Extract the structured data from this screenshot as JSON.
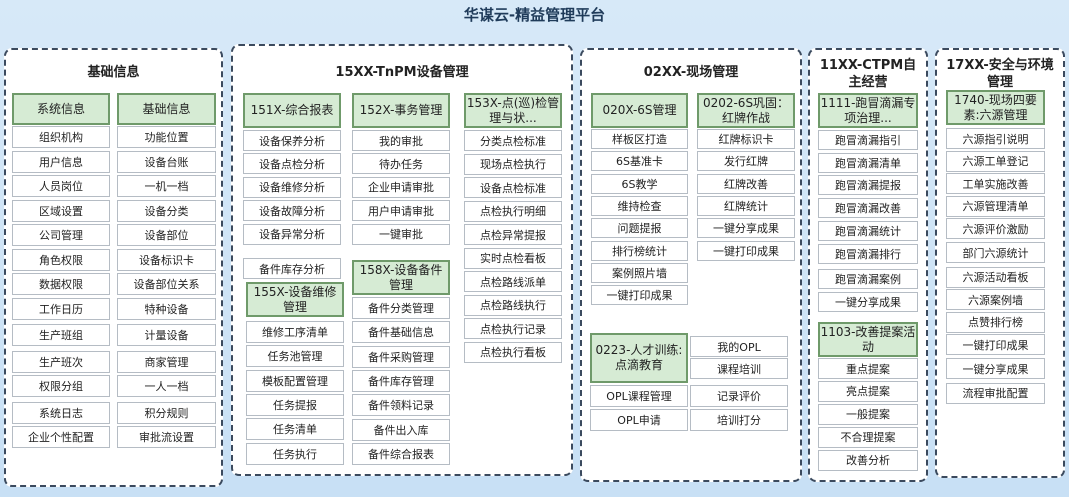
{
  "page_title": "华谋云-精益管理平台",
  "panels": {
    "basic": {
      "title": "基础信息",
      "col_a": {
        "head": "系统信息",
        "items": [
          "组织机构",
          "用户信息",
          "人员岗位",
          "区域设置",
          "公司管理",
          "角色权限",
          "数据权限",
          "工作日历",
          "生产班组",
          "生产班次",
          "权限分组",
          "系统日志",
          "企业个性配置"
        ]
      },
      "col_b": {
        "head": "基础信息",
        "items": [
          "功能位置",
          "设备台账",
          "一机一档",
          "设备分类",
          "设备部位",
          "设备标识卡",
          "设备部位关系",
          "特种设备",
          "计量设备",
          "商家管理",
          "一人一档",
          "积分规则",
          "审批流设置"
        ]
      }
    },
    "tnpm": {
      "title": "15XX-TnPM设备管理",
      "g151": {
        "head": "151X-综合报表",
        "items": [
          "设备保养分析",
          "设备点检分析",
          "设备维修分析",
          "设备故障分析",
          "设备异常分析",
          "备件库存分析"
        ]
      },
      "g152": {
        "head": "152X-事务管理",
        "items": [
          "我的审批",
          "待办任务",
          "企业申请审批",
          "用户申请审批",
          "一键审批"
        ]
      },
      "g153": {
        "head": "153X-点(巡)检管理与状...",
        "items": [
          "分类点检标准",
          "现场点检执行",
          "设备点检标准",
          "点检执行明细",
          "点检异常提报",
          "实时点检看板",
          "点检路线派单",
          "点检路线执行",
          "点检执行记录",
          "点检执行看板"
        ]
      },
      "g155": {
        "head": "155X-设备维修管理",
        "items": [
          "维修工序清单",
          "任务池管理",
          "模板配置管理",
          "任务提报",
          "任务清单",
          "任务执行"
        ]
      },
      "g158": {
        "head": "158X-设备备件管理",
        "items": [
          "备件分类管理",
          "备件基础信息",
          "备件采购管理",
          "备件库存管理",
          "备件领料记录",
          "备件出入库",
          "备件综合报表"
        ]
      }
    },
    "site": {
      "title": "02XX-现场管理",
      "g020": {
        "head": "020X-6S管理",
        "items": [
          "样板区打造",
          "6S基准卡",
          "6S教学",
          "维持检查",
          "问题提报",
          "排行榜统计",
          "案例照片墙",
          "一键打印成果"
        ]
      },
      "g0202": {
        "head": "0202-6S巩固：红牌作战",
        "items": [
          "红牌标识卡",
          "发行红牌",
          "红牌改善",
          "红牌统计",
          "一键分享成果",
          "一键打印成果"
        ]
      },
      "g0223": {
        "head": "0223-人才训练:点滴教育",
        "items": [
          "我的OPL",
          "课程培训"
        ]
      },
      "g0223_bottom": [
        "OPL课程管理",
        "记录评价",
        "OPL申请",
        "培训打分"
      ]
    },
    "ctpm": {
      "title": "11XX-CTPM自主经营",
      "g1111": {
        "head": "1111-跑冒滴漏专项治理...",
        "items": [
          "跑冒滴漏指引",
          "跑冒滴漏清单",
          "跑冒滴漏提报",
          "跑冒滴漏改善",
          "跑冒滴漏统计",
          "跑冒滴漏排行",
          "跑冒滴漏案例",
          "一键分享成果"
        ]
      },
      "g1103": {
        "head": "1103-改善提案活动",
        "items": [
          "重点提案",
          "亮点提案",
          "一般提案",
          "不合理提案",
          "改善分析"
        ]
      }
    },
    "safety": {
      "title": "17XX-安全与环境管理",
      "g1740": {
        "head": "1740-现场四要素:六源管理",
        "items": [
          "六源指引说明",
          "六源工单登记",
          "工单实施改善",
          "六源管理清单",
          "六源评价激励",
          "部门六源统计",
          "六源活动看板",
          "六源案例墙",
          "点赞排行榜",
          "一键打印成果",
          "一键分享成果",
          "流程审批配置"
        ]
      }
    }
  }
}
